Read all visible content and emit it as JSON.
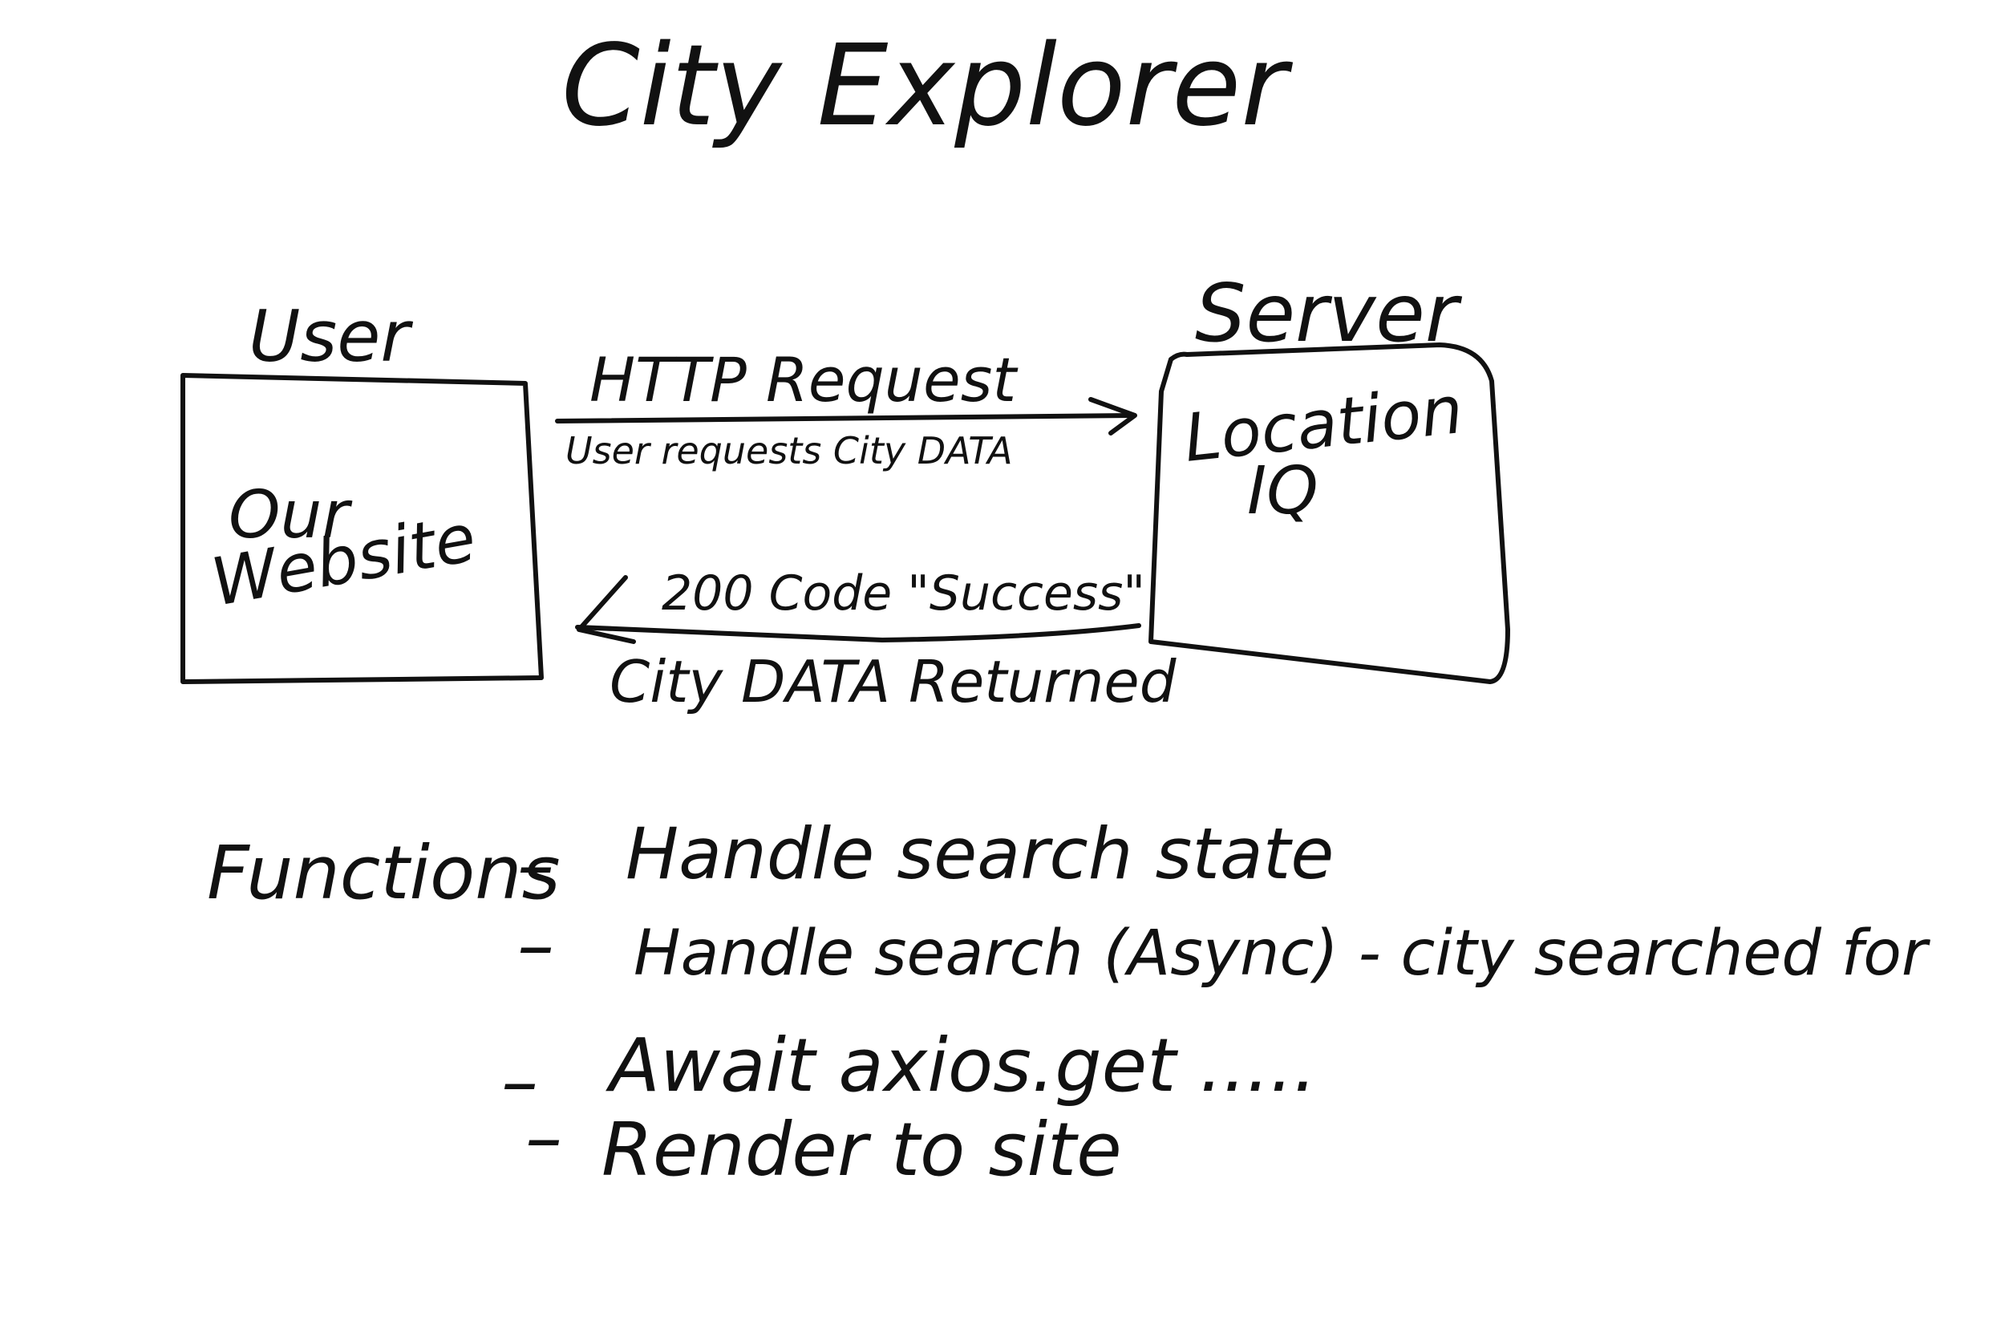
{
  "title": "City Explorer",
  "user_box": {
    "heading": "User",
    "line1": "Our",
    "line2": "Website"
  },
  "server_box": {
    "heading": "Server",
    "line1": "Location",
    "line2": "IQ"
  },
  "request_arrow": {
    "label": "HTTP Request",
    "sublabel": "User requests City DATA"
  },
  "response_arrow": {
    "label": "200 Code \"Success\"",
    "sublabel": "City DATA Returned"
  },
  "functions": {
    "heading": "Functions",
    "items": [
      {
        "dash": "–",
        "text": "Handle search state"
      },
      {
        "dash": "–",
        "text": "Handle search (Async) - city searched for"
      },
      {
        "dash": "–",
        "text": "Await axios.get ....."
      },
      {
        "dash": "–",
        "text": "Render to site"
      }
    ]
  }
}
